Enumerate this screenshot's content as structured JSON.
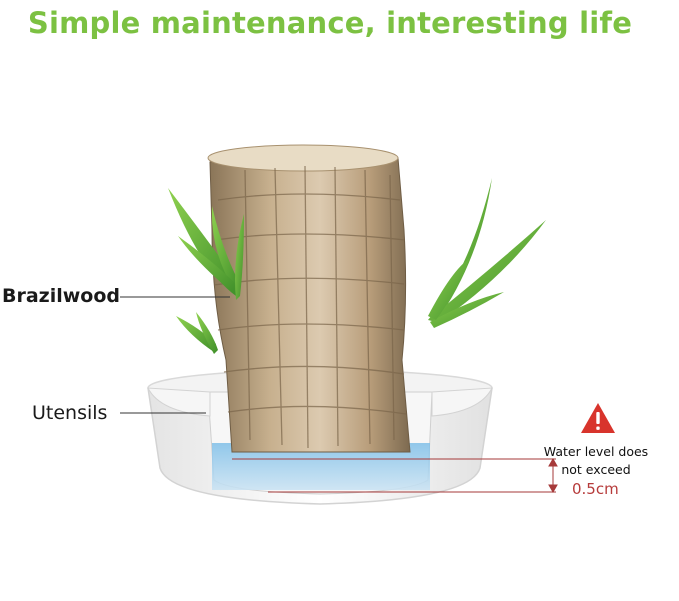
{
  "title": "Simple maintenance, interesting life",
  "labels": {
    "brazilwood": "Brazilwood",
    "utensils": "Utensils"
  },
  "water_note": {
    "line1": "Water level does",
    "line2": "not exceed"
  },
  "measurement": "0.5cm",
  "colors": {
    "title_green": "#7cc142",
    "warning_red": "#d8342c",
    "measure_red": "#b63b3b",
    "water_blue": "#8cc4e6"
  },
  "icons": {
    "warning": "warning-triangle-icon"
  }
}
